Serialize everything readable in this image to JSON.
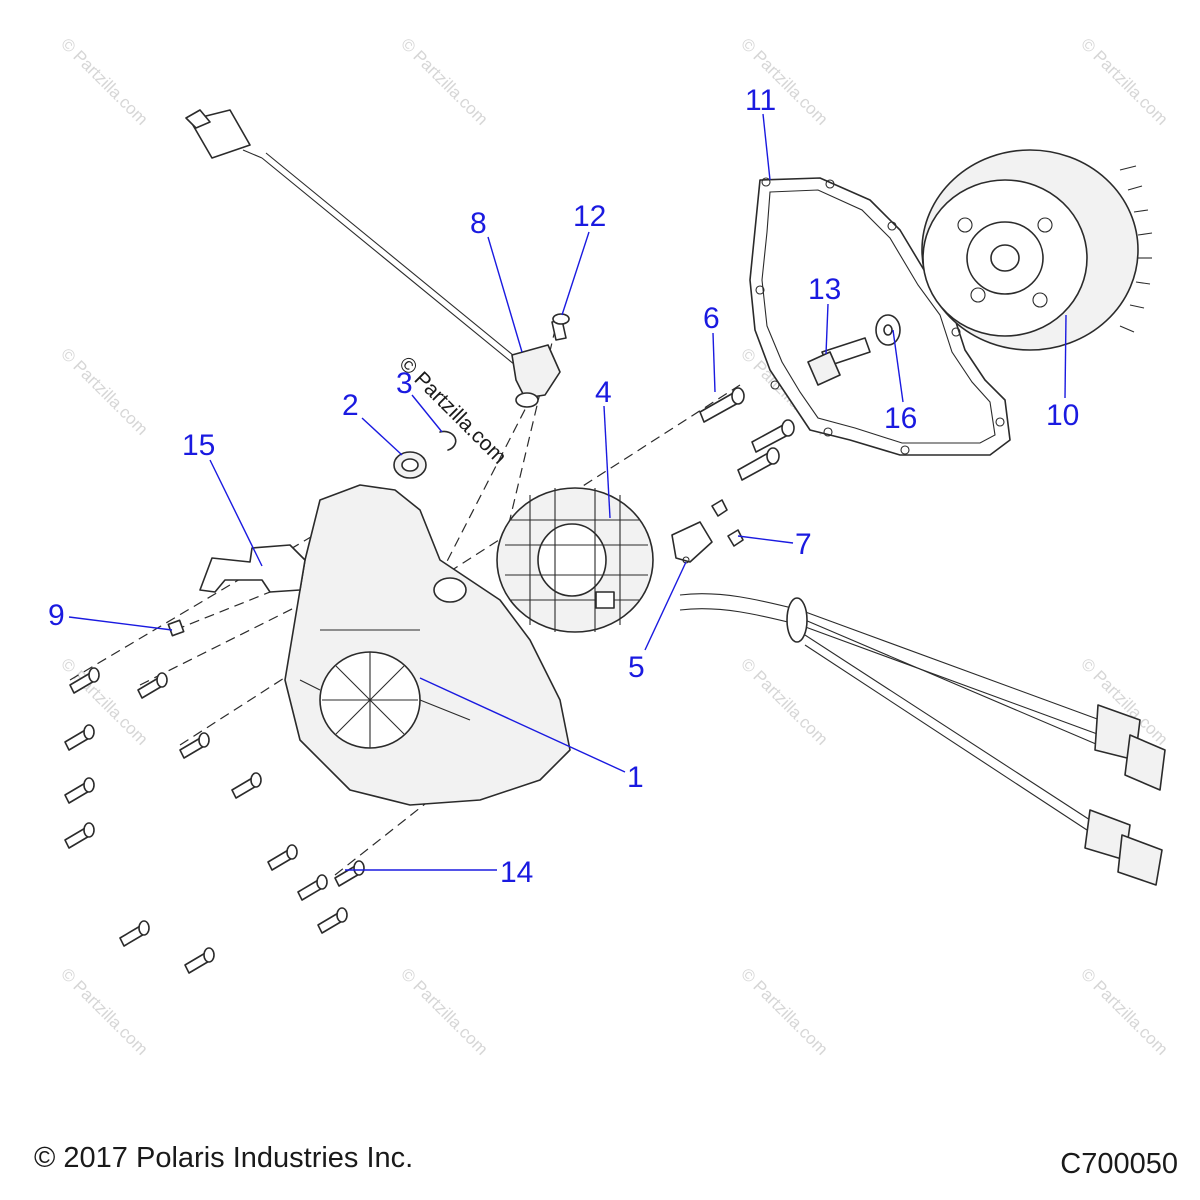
{
  "watermark": {
    "text": "© Partzilla.com",
    "center_text": "© Partzilla.com"
  },
  "callouts": {
    "c1": "1",
    "c2": "2",
    "c3": "3",
    "c4": "4",
    "c5": "5",
    "c6": "6",
    "c7": "7",
    "c8": "8",
    "c9": "9",
    "c10": "10",
    "c11": "11",
    "c12": "12",
    "c13": "13",
    "c14": "14",
    "c15": "15",
    "c16": "16"
  },
  "footer": {
    "copyright": "© 2017 Polaris Industries Inc.",
    "code": "C700050"
  },
  "colors": {
    "callout": "#1a1ae0",
    "line_art": "#2b2b2b",
    "watermark": "#d6d6d6"
  }
}
